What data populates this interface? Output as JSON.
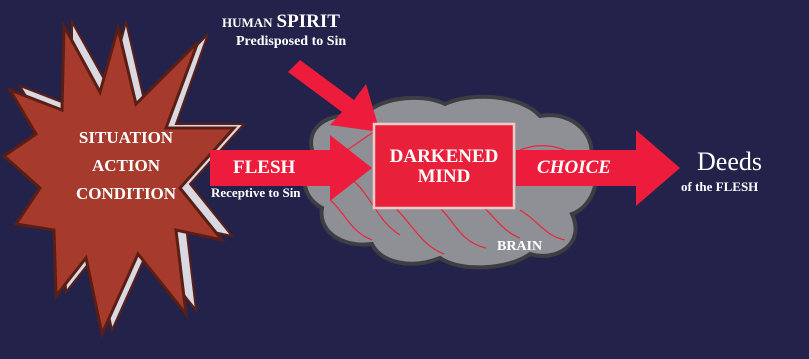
{
  "colors": {
    "background": "#22224a",
    "accent_red": "#ee1c3c",
    "burst_fill": "#a63a2c",
    "burst_shadow": "#d9d9e3",
    "brain_fill": "#8f8f96",
    "brain_outline": "#3d3d44",
    "text": "#ffffff"
  },
  "diagram": {
    "burst_lines": [
      "SITUATION",
      "ACTION",
      "CONDITION"
    ],
    "spirit": {
      "small_caps": "HUMAN",
      "big": "SPIRIT",
      "subtitle": "Predisposed to Sin"
    },
    "flesh": {
      "label": "FLESH",
      "subtitle": "Receptive to Sin"
    },
    "mind_lines": [
      "DARKENED",
      "MIND"
    ],
    "choice": "CHOICE",
    "deeds": {
      "label": "Deeds",
      "subtitle": "of the FLESH"
    },
    "brain_label": "BRAIN"
  }
}
